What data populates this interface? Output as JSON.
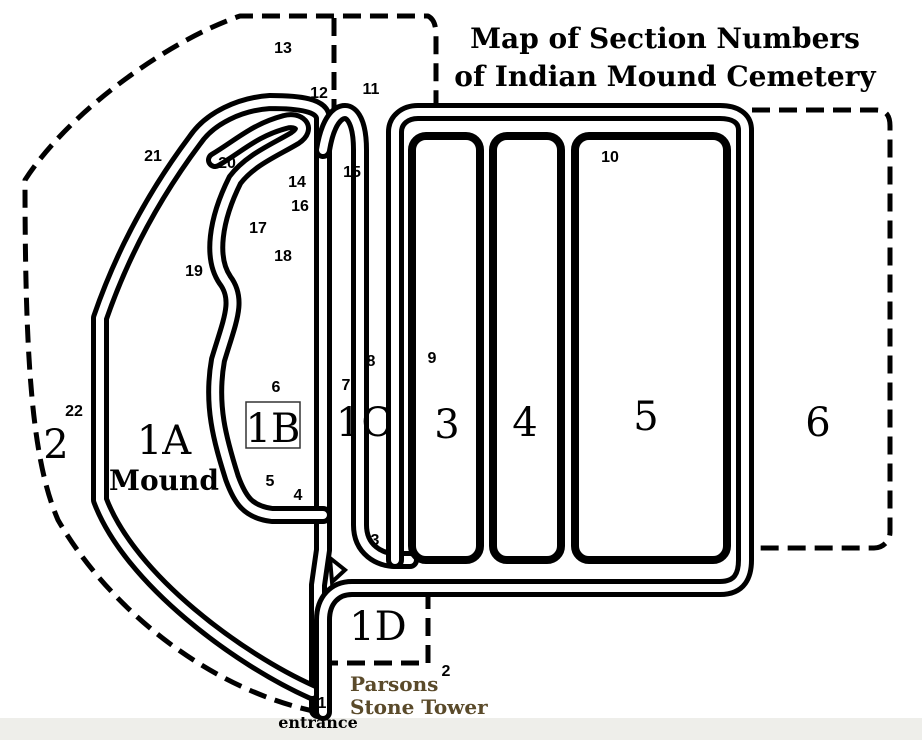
{
  "title": {
    "line1": "Map of Section Numbers",
    "line2": "of Indian Mound Cemetery"
  },
  "sections": {
    "s1A": "1A",
    "mound": "Mound",
    "s1B": "1B",
    "s1C": "1C",
    "s1D": "1D",
    "s2": "2",
    "s3": "3",
    "s4": "4",
    "s5": "5",
    "s6": "6"
  },
  "markers": {
    "n1": "1",
    "n2": "2",
    "n3": "3",
    "n4": "4",
    "n5": "5",
    "n6": "6",
    "n7": "7",
    "n8": "8",
    "n9": "9",
    "n10": "10",
    "n11": "11",
    "n12": "12",
    "n13": "13",
    "n14": "14",
    "n15": "15",
    "n16": "16",
    "n17": "17",
    "n18": "18",
    "n19": "19",
    "n20": "20",
    "n21": "21",
    "n22": "22"
  },
  "labels": {
    "entrance": "entrance",
    "parsons": "Parsons",
    "stone_tower": "Stone Tower"
  },
  "colors": {
    "ink": "#000000",
    "tower_label": "#5a4a2a",
    "bottom_strip": "#eeeeea"
  }
}
